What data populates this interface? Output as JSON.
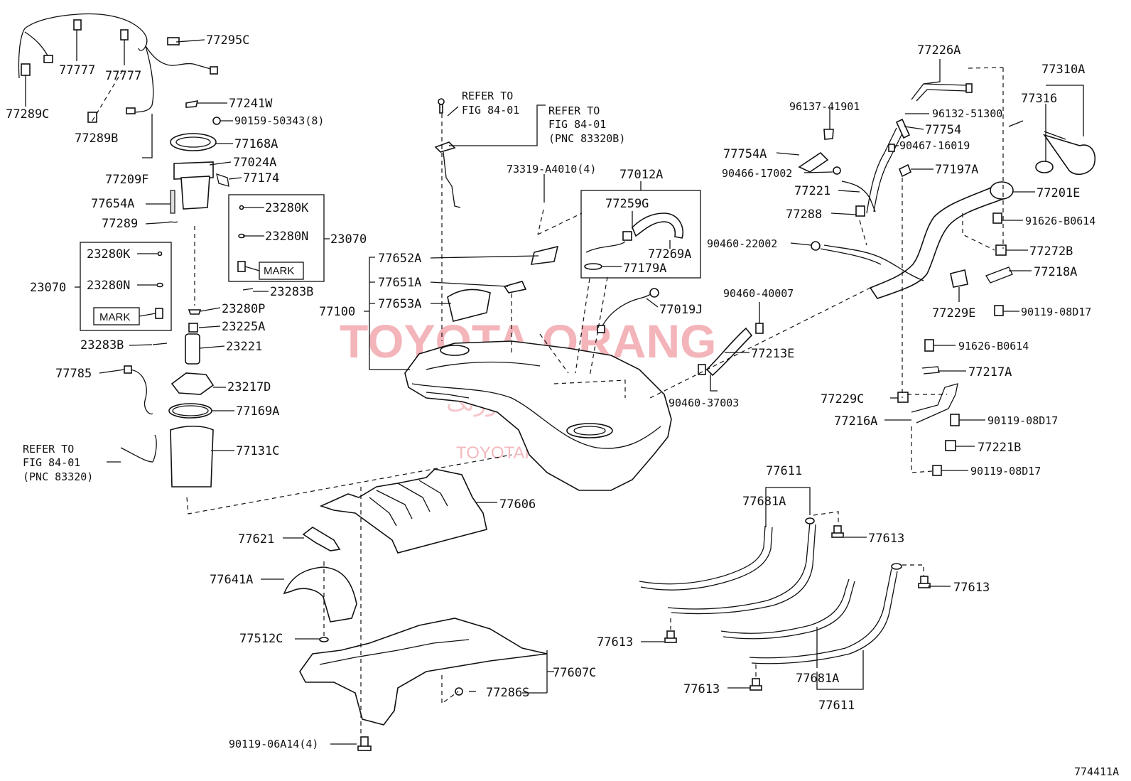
{
  "watermark": {
    "brand": "TOYOTA ORANG",
    "brand_fa": "تویوتا اورنگ",
    "site": "TOYOTAPART.IR"
  },
  "figure_code": "774411A",
  "labels": {
    "p77295C": "77295C",
    "p77777a": "77777",
    "p77777b": "77777",
    "p77289C": "77289C",
    "p77289B": "77289B",
    "p77209F": "77209F",
    "p77241W": "77241W",
    "p90159": "90159-50343(8)",
    "p77168A": "77168A",
    "p77024A": "77024A",
    "p77174": "77174",
    "p77654A": "77654A",
    "p77289": "77289",
    "p23280K_r": "23280K",
    "p23280N_r": "23280N",
    "p23070_r": "23070",
    "p23280K_l": "23280K",
    "p23280N_l": "23280N",
    "p23070_l": "23070",
    "mark_r": "MARK",
    "mark_l": "MARK",
    "p23283B_r": "23283B",
    "p23280P": "23280P",
    "p23225A": "23225A",
    "p23221": "23221",
    "p23283B_l": "23283B",
    "p77785": "77785",
    "p23217D": "23217D",
    "p77169A": "77169A",
    "p77131C": "77131C",
    "refer1_a": "REFER TO",
    "refer1_b": "FIG 84-01",
    "refer1_c": "(PNC 83320)",
    "refer2_a": "REFER TO",
    "refer2_b": "FIG 84-01",
    "refer3_a": "REFER TO",
    "refer3_b": "FIG 84-01",
    "refer3_c": "(PNC 83320B)",
    "p73319": "73319-A4010(4)",
    "p77012A": "77012A",
    "p77259G": "77259G",
    "p77269A": "77269A",
    "p77179A": "77179A",
    "p77652A": "77652A",
    "p77651A": "77651A",
    "p77653A": "77653A",
    "p77100": "77100",
    "p77019J": "77019J",
    "p90460_40007": "90460-40007",
    "p77213E": "77213E",
    "p90460_37003": "90460-37003",
    "p77606": "77606",
    "p77621": "77621",
    "p77641A": "77641A",
    "p77512C": "77512C",
    "p77607C": "77607C",
    "p77286S": "77286S",
    "p90119_06A14": "90119-06A14(4)",
    "p77226A": "77226A",
    "p96137": "96137-41901",
    "p96132": "96132-51300",
    "p77754": "77754",
    "p77754A": "77754A",
    "p90467": "90467-16019",
    "p90466": "90466-17002",
    "p77197A": "77197A",
    "p77221": "77221",
    "p77288": "77288",
    "p90460_22002": "90460-22002",
    "p77310A": "77310A",
    "p77316": "77316",
    "p77201E": "77201E",
    "p91626_a": "91626-B0614",
    "p77272B": "77272B",
    "p77218A": "77218A",
    "p77229E": "77229E",
    "p90119_08D17_a": "90119-08D17",
    "p91626_b": "91626-B0614",
    "p77217A": "77217A",
    "p77229C": "77229C",
    "p77216A": "77216A",
    "p90119_08D17_b": "90119-08D17",
    "p77221B": "77221B",
    "p90119_08D17_c": "90119-08D17",
    "p77611_t": "77611",
    "p77681A_t": "77681A",
    "p77613_a": "77613",
    "p77613_b": "77613",
    "p77613_c": "77613",
    "p77613_d": "77613",
    "p77681A_b": "77681A",
    "p77611_b": "77611"
  }
}
